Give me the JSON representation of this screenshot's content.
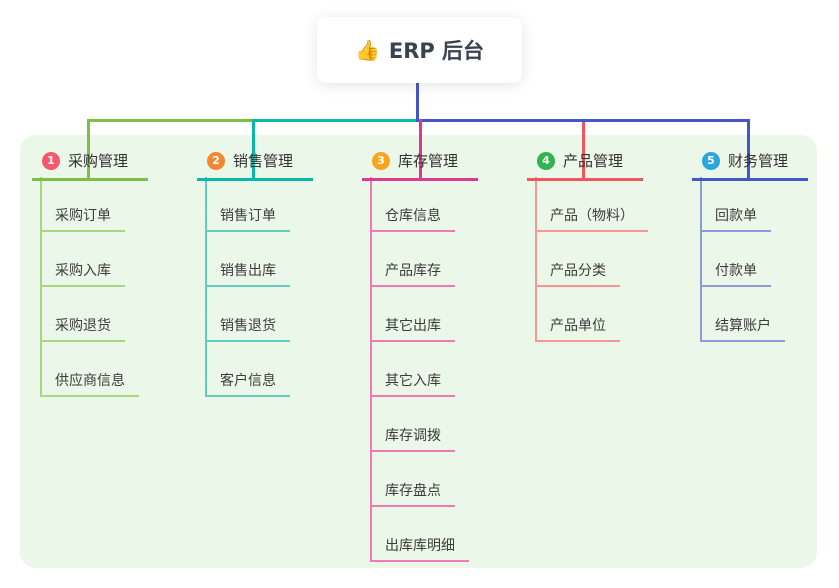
{
  "root": {
    "label": "ERP 后台",
    "icon": "thumbs-up-icon",
    "icon_char": "👍"
  },
  "branches": [
    {
      "index": "1",
      "label": "采购管理",
      "badge_color": "#f5596d",
      "line_color": "#7dbf42",
      "child_line_color": "#a9d77f",
      "children": [
        "采购订单",
        "采购入库",
        "采购退货",
        "供应商信息"
      ]
    },
    {
      "index": "2",
      "label": "销售管理",
      "badge_color": "#f58634",
      "line_color": "#09b8aa",
      "child_line_color": "#63ccc2",
      "children": [
        "销售订单",
        "销售出库",
        "销售退货",
        "客户信息"
      ]
    },
    {
      "index": "3",
      "label": "库存管理",
      "badge_color": "#f9a61e",
      "line_color": "#da3a90",
      "child_line_color": "#f07ab3",
      "children": [
        "仓库信息",
        "产品库存",
        "其它出库",
        "其它入库",
        "库存调拨",
        "库存盘点",
        "出库库明细"
      ]
    },
    {
      "index": "4",
      "label": "产品管理",
      "badge_color": "#30b450",
      "line_color": "#f4555c",
      "child_line_color": "#f79694",
      "children": [
        "产品（物料）",
        "产品分类",
        "产品单位"
      ]
    },
    {
      "index": "5",
      "label": "财务管理",
      "badge_color": "#2ba6e0",
      "line_color": "#4457c8",
      "child_line_color": "#8c9cd8",
      "children": [
        "回款单",
        "付款单",
        "结算账户"
      ]
    }
  ],
  "colors": {
    "canvas_bg": "#ffffff",
    "panel_bg": "#ebf7e8",
    "root_connector": "#4356c9",
    "root_text": "#39424f",
    "node_text": "#3c3c3c"
  }
}
